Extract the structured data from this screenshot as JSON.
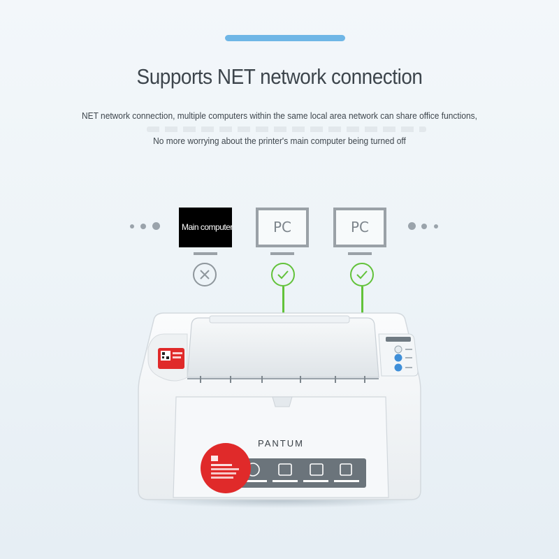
{
  "header": {
    "title": "Supports NET network connection",
    "description_line1": "NET network connection, multiple computers within the same local area network can share office functions,",
    "description_line2": "No more worrying about the printer's main computer being turned off"
  },
  "computers": [
    {
      "label": "Main computer",
      "status": "disconnected",
      "icon": "x-circle-icon"
    },
    {
      "label": "PC",
      "status": "connected",
      "icon": "check-circle-icon"
    },
    {
      "label": "PC",
      "status": "connected",
      "icon": "check-circle-icon"
    }
  ],
  "printer": {
    "brand": "PANTUM"
  },
  "colors": {
    "accent": "#6fb6e6",
    "connected": "#62c23a",
    "disconnected": "#8e969c",
    "brand_red": "#e02a2a"
  }
}
